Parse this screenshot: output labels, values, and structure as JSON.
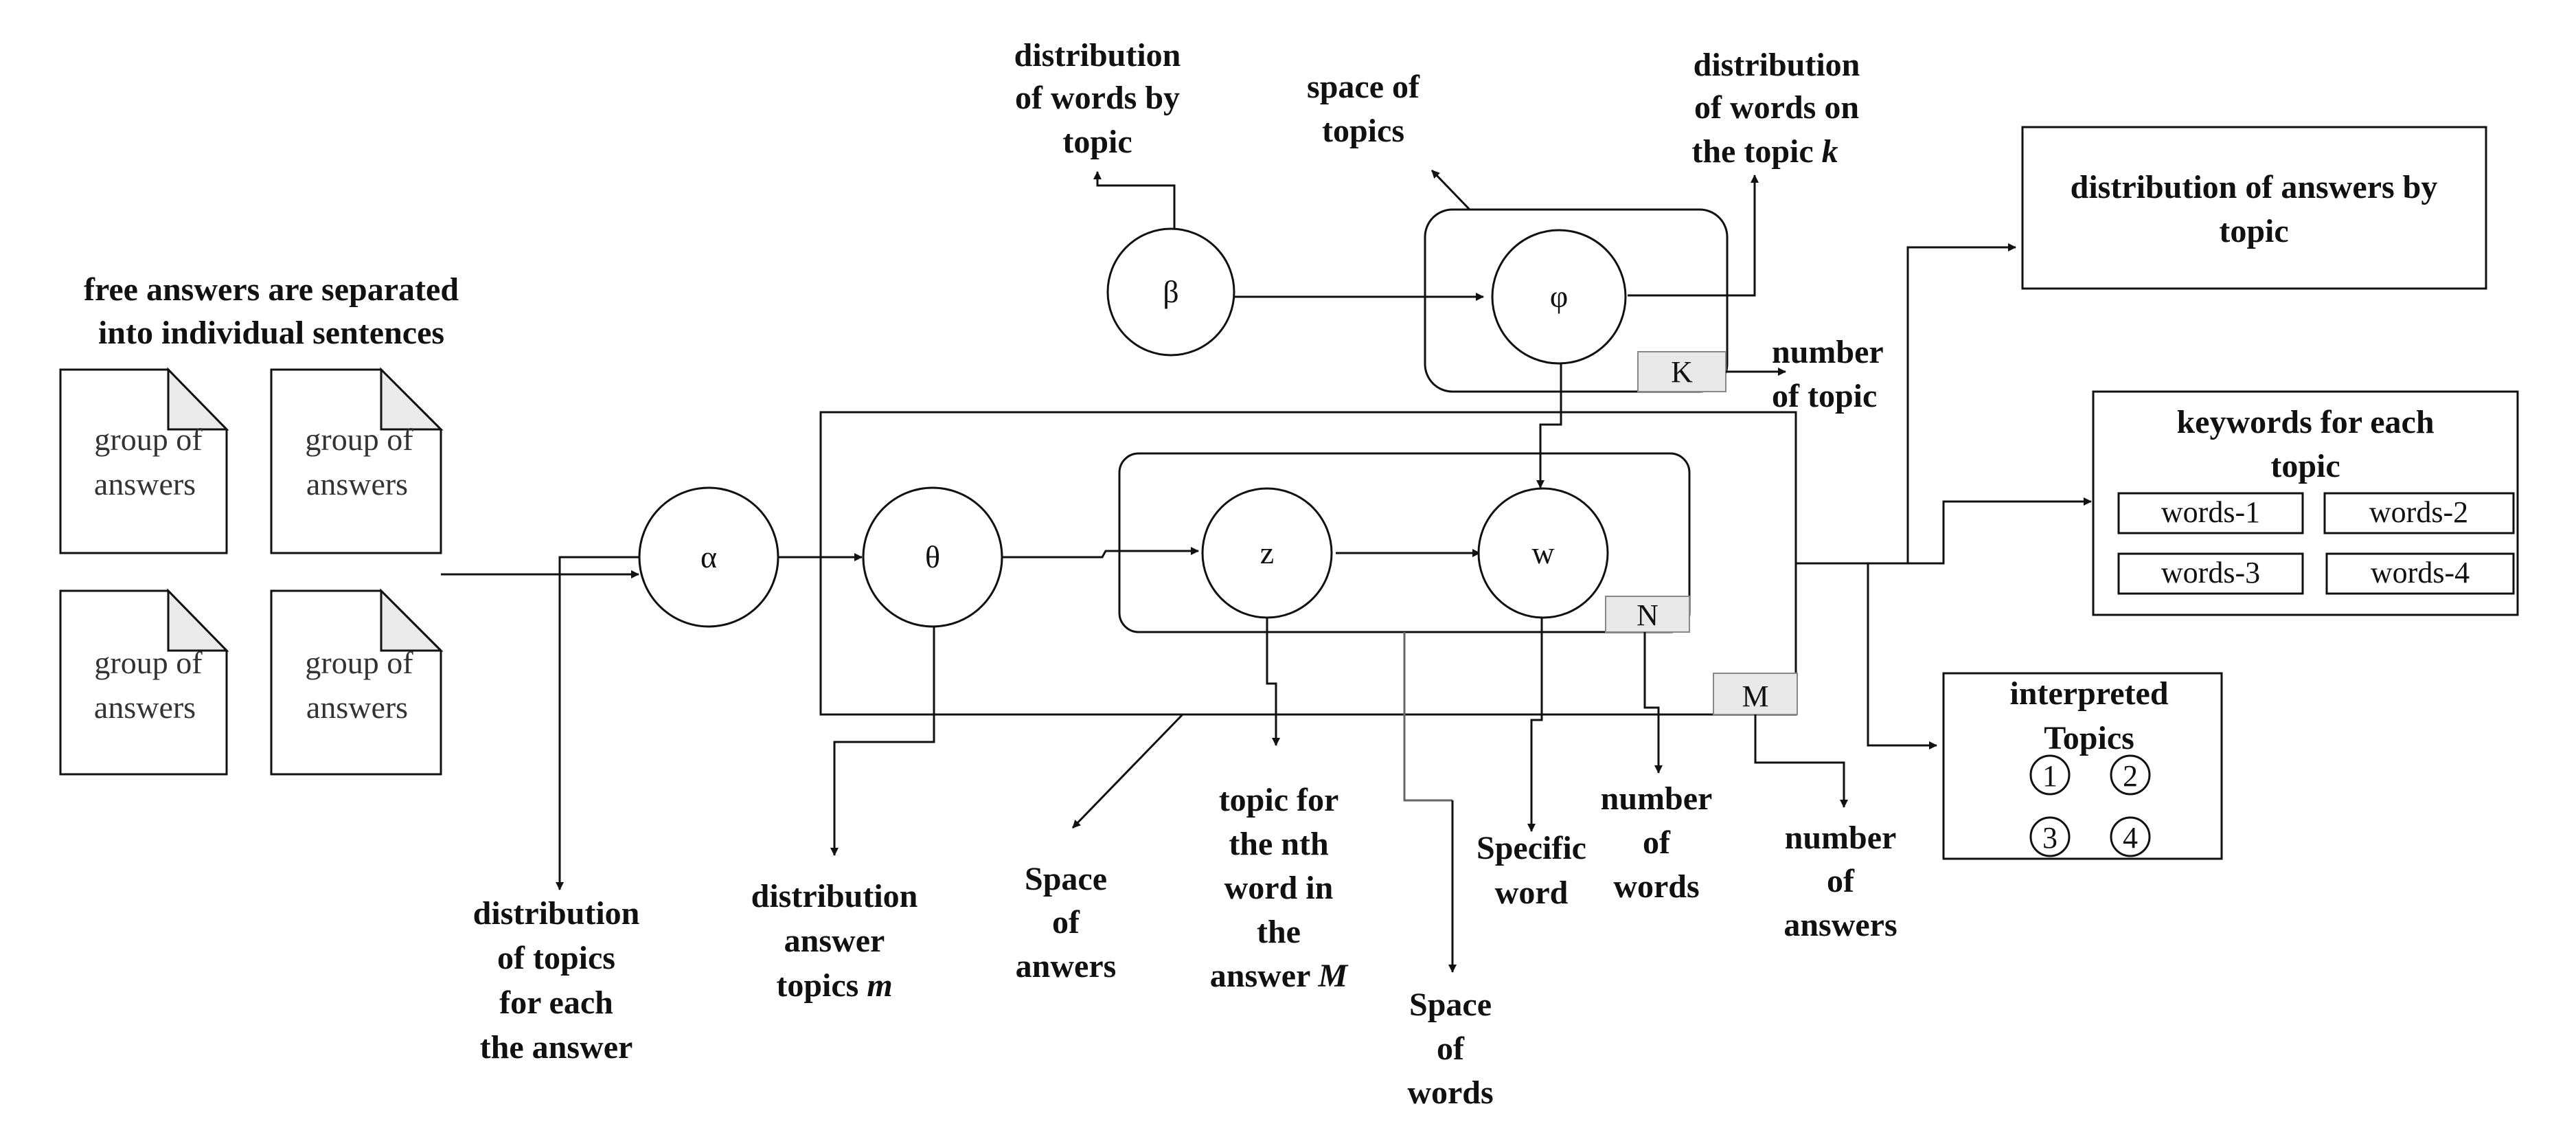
{
  "input": {
    "title_line1": "free answers are separated",
    "title_line2": "into individual sentences",
    "doc_line1": "group of",
    "doc_line2": "answers"
  },
  "nodes": {
    "alpha": "α",
    "theta": "θ",
    "z": "z",
    "w": "w",
    "beta": "β",
    "phi": "φ"
  },
  "plates": {
    "K": "K",
    "N": "N",
    "M": "M"
  },
  "labels": {
    "dist_words_by_topic": [
      "distribution",
      "of words by",
      "topic"
    ],
    "space_of_topics": [
      "space of",
      "topics"
    ],
    "dist_words_topic_k": [
      "distribution",
      "of words on",
      "the topic "
    ],
    "dist_words_topic_k_italic": "k",
    "number_of_topic": [
      "number",
      "of topic"
    ],
    "dist_topics_each_answer": [
      "distribution",
      "of topics",
      "for each",
      "the answer"
    ],
    "dist_answer_topics_m": [
      "distribution",
      "answer",
      "topics "
    ],
    "dist_answer_topics_m_italic": "m",
    "space_of_anwers": [
      "Space",
      "of",
      "anwers"
    ],
    "topic_nth_word": [
      "topic for",
      "the nth",
      "word in",
      "the",
      "answer "
    ],
    "topic_nth_word_italic": "M",
    "space_of_words": [
      "Space",
      "of",
      "words"
    ],
    "specific_word": [
      "Specific",
      "word"
    ],
    "number_of_words": [
      "number",
      "of",
      "words"
    ],
    "number_of_answers": [
      "number",
      "of",
      "answers"
    ]
  },
  "outputs": {
    "dist_answers_by_topic": [
      "distribution of answers by",
      "topic"
    ],
    "keywords_title": [
      "keywords for each",
      "topic"
    ],
    "keywords": [
      "words-1",
      "words-2",
      "words-3",
      "words-4"
    ],
    "interpreted_title": [
      "interpreted",
      "Topics"
    ],
    "topic_numbers": [
      "1",
      "2",
      "3",
      "4"
    ]
  }
}
